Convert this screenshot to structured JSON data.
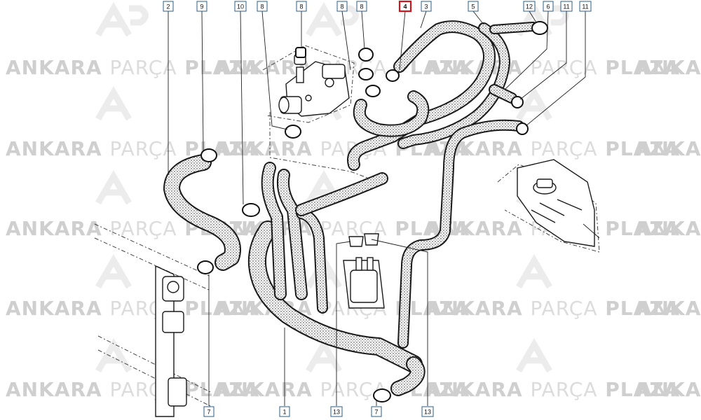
{
  "watermark": {
    "brand_bold_1": "ANKARA",
    "brand_thin": "PARÇA",
    "brand_bold_2": "PLAZA",
    "brand_cut_1": "ANKAR",
    "brand_cut_2": "ANKA",
    "brand_cut_3": "PAR",
    "brand_cut_4": "ÇA"
  },
  "callouts": [
    {
      "id": "c2",
      "label": "2",
      "highlight": false
    },
    {
      "id": "c9",
      "label": "9",
      "highlight": false
    },
    {
      "id": "c10",
      "label": "10",
      "highlight": false
    },
    {
      "id": "c8a",
      "label": "8",
      "highlight": false
    },
    {
      "id": "c8b",
      "label": "8",
      "highlight": false
    },
    {
      "id": "c8c",
      "label": "8",
      "highlight": false
    },
    {
      "id": "c8d",
      "label": "8",
      "highlight": false
    },
    {
      "id": "c4",
      "label": "4",
      "highlight": true
    },
    {
      "id": "c3",
      "label": "3",
      "highlight": false
    },
    {
      "id": "c5",
      "label": "5",
      "highlight": false
    },
    {
      "id": "c12",
      "label": "12",
      "highlight": false
    },
    {
      "id": "c6",
      "label": "6",
      "highlight": false
    },
    {
      "id": "c11a",
      "label": "11",
      "highlight": false
    },
    {
      "id": "c11b",
      "label": "11",
      "highlight": false
    },
    {
      "id": "c7a",
      "label": "7",
      "highlight": false
    },
    {
      "id": "c1",
      "label": "1",
      "highlight": false
    },
    {
      "id": "c13a",
      "label": "13",
      "highlight": false
    },
    {
      "id": "c7b",
      "label": "7",
      "highlight": false
    },
    {
      "id": "c13b",
      "label": "13",
      "highlight": false
    }
  ],
  "colors": {
    "callout_border": "#2b5e8a",
    "callout_highlight": "#d0161c",
    "watermark": "#cfcfcf"
  }
}
